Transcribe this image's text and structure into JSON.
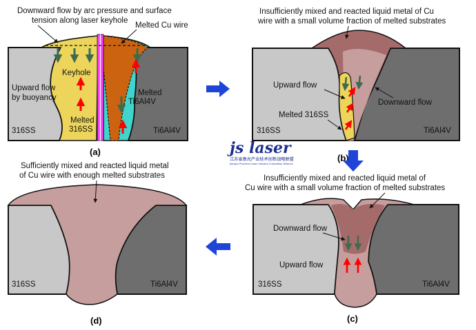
{
  "panels": {
    "a": {
      "label": "(a)",
      "caption_line1": "Downward flow by arc pressure and surface",
      "caption_line2": "tension along laser keyhole",
      "melted_cu_wire": "Melted Cu wire",
      "keyhole": "Keyhole",
      "upward_flow_line1": "Upward flow",
      "upward_flow_line2": "by buoyancy",
      "melted_316ss_line1": "Melted",
      "melted_316ss_line2": "316SS",
      "melted_ti_line1": "Melted",
      "melted_ti_line2": "Ti6Al4V",
      "left_material": "316SS",
      "right_material": "Ti6Al4V"
    },
    "b": {
      "label": "(b)",
      "caption_line1": "Insufficiently mixed and reacted liquid metal of Cu",
      "caption_line2": "wire with a small volume fraction of melted substrates",
      "upward_flow": "Upward flow",
      "downward_flow": "Downward flow",
      "melted_316ss": "Melted 316SS",
      "left_material": "316SS",
      "right_material": "Ti6Al4V"
    },
    "c": {
      "label": "(c)",
      "caption_line1": "Insufficiently mixed and reacted liquid metal of",
      "caption_line2": "Cu wire with a small volume fraction of melted substrates",
      "downward_flow": "Downward flow",
      "upward_flow": "Upward flow",
      "left_material": "316SS",
      "right_material": "Ti6Al4V"
    },
    "d": {
      "label": "(d)",
      "caption_line1": "Sufficiently mixed and reacted liquid metal",
      "caption_line2": "of Cu wire with enough melted substrates",
      "left_material": "316SS",
      "right_material": "Ti6Al4V"
    }
  },
  "watermark": {
    "logo": "js laser",
    "subtitle_cn": "江苏省激光产业技术创新战略联盟",
    "subtitle_en": "Jiangsu Province Laser Industry Innovation Alliance"
  },
  "colors": {
    "steel_316ss": "#c8c8c8",
    "ti6al4v": "#6e6e6e",
    "melted_316ss": "#ecd55a",
    "melted_cu": "#cc6310",
    "melted_ti": "#3fd4cc",
    "mixed_pool": "#c69e9e",
    "dark_mixed": "#a56b6b",
    "keyhole_pink": "#ff40ff",
    "flow_up": "#ff0000",
    "flow_down": "#3e6b4e",
    "process_arrow": "#1f45d8"
  },
  "icons": [
    "arrow-right-icon",
    "arrow-down-icon",
    "arrow-left-icon"
  ]
}
